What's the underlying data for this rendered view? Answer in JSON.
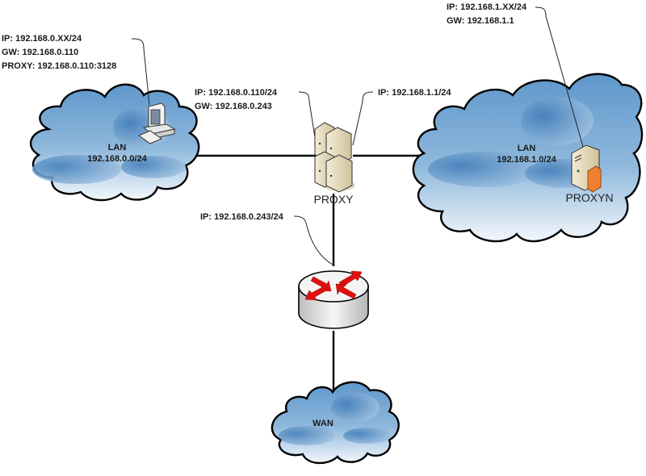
{
  "diagram": {
    "title": "Proxy network topology",
    "clouds": {
      "lan_left": {
        "name": "LAN",
        "subnet": "192.168.0.0/24"
      },
      "lan_right": {
        "name": "LAN",
        "subnet": "192.168.1.0/24"
      },
      "wan": {
        "name": "WAN"
      }
    },
    "devices": {
      "client_pc": {
        "type": "workstation",
        "icon": "workstation-icon"
      },
      "proxy": {
        "type": "server-cluster",
        "label": "PROXY",
        "icon": "server-stack-icon"
      },
      "proxyn": {
        "type": "firewall-server",
        "label": "PROXYN",
        "icon": "firewall-server-icon"
      },
      "router": {
        "type": "router",
        "icon": "router-icon"
      }
    },
    "callouts": {
      "client": [
        "IP: 192.168.0.XX/24",
        "GW: 192.168.0.110",
        "PROXY: 192.168.0.110:3128"
      ],
      "proxy_left": [
        "IP: 192.168.0.110/24",
        "GW: 192.168.0.243"
      ],
      "proxy_right": [
        "IP: 192.168.1.1/24"
      ],
      "proxyn": [
        "IP: 192.168.1.XX/24",
        "GW: 192.168.1.1"
      ],
      "router": [
        "IP: 192.168.0.243/24"
      ]
    },
    "links": [
      {
        "from": "lan_left",
        "to": "proxy"
      },
      {
        "from": "proxy",
        "to": "lan_right"
      },
      {
        "from": "proxy",
        "to": "router"
      },
      {
        "from": "router",
        "to": "wan"
      }
    ],
    "colors": {
      "cloud_dark": "#4a86c0",
      "cloud_light": "#e8f1f8",
      "arrow_red": "#e01010",
      "server_beige": "#e6dcc0",
      "firewall_orange": "#f08030"
    }
  }
}
